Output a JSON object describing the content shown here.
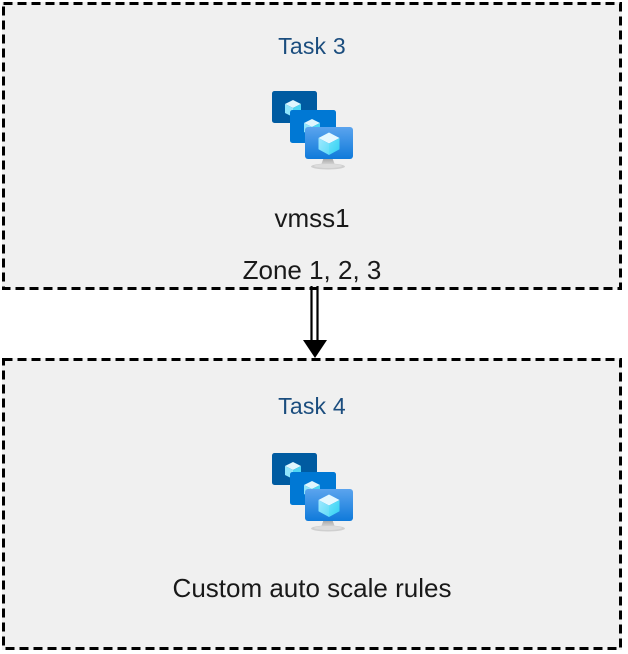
{
  "diagram": {
    "type": "flow",
    "background_color": "#ffffff",
    "box_fill_color": "#f0f0f0",
    "box_border_color": "#000000",
    "box_border_style": "dashed",
    "title_color": "#1b4d7e",
    "caption_color": "#191919",
    "nodes": [
      {
        "id": "task3",
        "title": "Task 3",
        "icon": "azure-vm-scale-set-icon",
        "caption_line1": "vmss1",
        "caption_line2": "Zone 1, 2, 3"
      },
      {
        "id": "task4",
        "title": "Task 4",
        "icon": "azure-vm-scale-set-icon",
        "caption_line1": "Custom auto scale rules",
        "caption_line2": ""
      }
    ],
    "connector": {
      "from": "task3",
      "to": "task4",
      "style": "double-line",
      "arrowhead": "solid-triangle",
      "direction": "down",
      "color": "#000000",
      "label": ""
    },
    "icon_colors": {
      "monitor_back": "#005ba1",
      "monitor_mid": "#0078d4",
      "monitor_front_top": "#50a0ee",
      "monitor_front_bottom": "#0f7ada",
      "cube_light": "#d8f3fd",
      "cube_cyan": "#50e6ff",
      "cube_mid": "#9cebff",
      "stand": "#b3b3b3"
    }
  }
}
